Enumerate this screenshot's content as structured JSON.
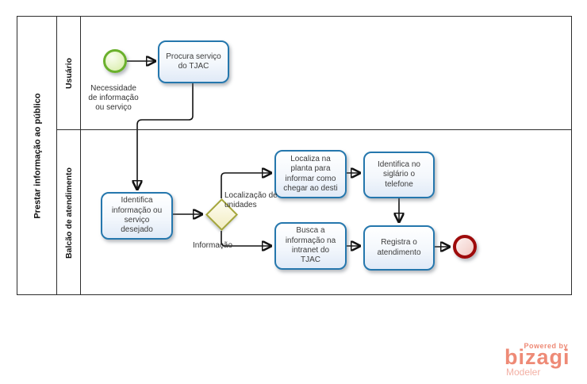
{
  "pool": {
    "title": "Prestar informação ao público"
  },
  "lanes": [
    {
      "label": "Usuário"
    },
    {
      "label": "Balcão de atendimento"
    }
  ],
  "start_event": {
    "label": "Necessidade\nde informação\nou serviço"
  },
  "tasks": [
    {
      "name": "procura-servico",
      "label": "Procura serviço\ndo TJAC"
    },
    {
      "name": "identifica-informacao",
      "label": "Identifica\ninformação ou\nserviço\ndesejado"
    },
    {
      "name": "localiza-planta",
      "label": "Localiza na\nplanta para\ninformar como\nchegar ao desti"
    },
    {
      "name": "busca-informacao",
      "label": "Busca a\ninformação na\nintranet do\nTJAC"
    },
    {
      "name": "identifica-siglario",
      "label": "Identifica no\nsiglário o\ntelefone"
    },
    {
      "name": "registra-atendimento",
      "label": "Registra o\natendimento"
    }
  ],
  "gateway": {
    "branch_labels": [
      "Localização de\nunidades",
      "Informação"
    ]
  },
  "branding": {
    "powered_by": "Powered by",
    "brand": "bizagi",
    "product": "Modeler"
  },
  "colors": {
    "task_border": "#2577ad",
    "task_fill": "#e0eaf7",
    "start_border": "#6ab02c",
    "start_fill": "#dcf0b2",
    "end_border": "#9e0b0b",
    "end_fill": "#f1c9c3",
    "gateway_border": "#a5a63b",
    "gateway_fill": "#f2edc2",
    "flow_line": "#141414",
    "brand": "#ee8a76"
  }
}
